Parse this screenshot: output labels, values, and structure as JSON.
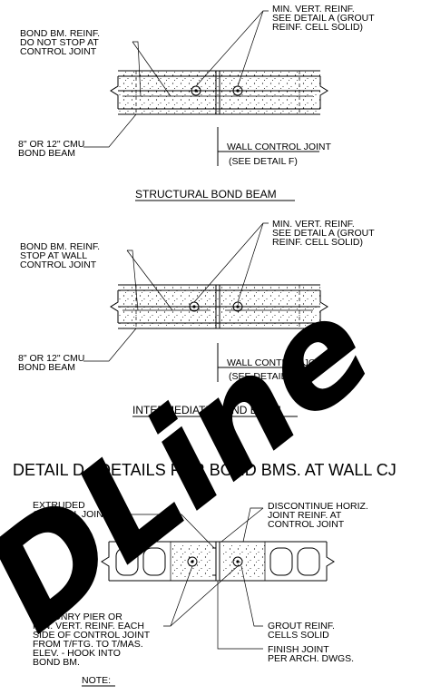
{
  "beam1": {
    "label_left": [
      "BOND BM. REINF.",
      "DO NOT STOP AT",
      "CONTROL JOINT"
    ],
    "label_right": [
      "MIN. VERT. REINF.",
      "SEE DETAIL A (GROUT",
      "REINF. CELL SOLID)"
    ],
    "label_cmu": [
      "8\" OR 12\" CMU",
      "BOND BEAM"
    ],
    "label_joint": [
      "WALL CONTROL JOINT",
      "(SEE DETAIL F)"
    ],
    "caption": "STRUCTURAL BOND BEAM"
  },
  "beam2": {
    "label_left": [
      "BOND BM. REINF.",
      "STOP AT WALL",
      "CONTROL JOINT"
    ],
    "label_right": [
      "MIN. VERT. REINF.",
      "SEE DETAIL A (GROUT",
      "REINF. CELL SOLID)"
    ],
    "label_cmu": [
      "8\" OR 12\" CMU",
      "BOND BEAM"
    ],
    "label_joint": [
      "WALL CONTROL JOINT",
      "(SEE DETAIL F)"
    ],
    "caption": "INTERMEDIATE BOND BEAM"
  },
  "detail_title": "DETAIL D - DETAILS FOR BOND BMS. AT WALL CJ",
  "plan": {
    "label_extruded": [
      "EXTRUDED",
      "CONTROL JOINT"
    ],
    "label_discontinue": [
      "DISCONTINUE HORIZ.",
      "JOINT REINF. AT",
      "CONTROL JOINT"
    ],
    "label_pier": [
      "MASONRY PIER OR",
      "MIN. VERT. REINF. EACH",
      "SIDE OF CONTROL JOINT",
      "FROM T/FTG. TO T/MAS.",
      "ELEV. - HOOK INTO",
      "BOND BM."
    ],
    "label_grout": [
      "GROUT REINF.",
      "CELLS SOLID"
    ],
    "label_finish": [
      "FINISH JOINT",
      "PER ARCH. DWGS."
    ]
  },
  "note": "NOTE:",
  "watermark": "DLine"
}
